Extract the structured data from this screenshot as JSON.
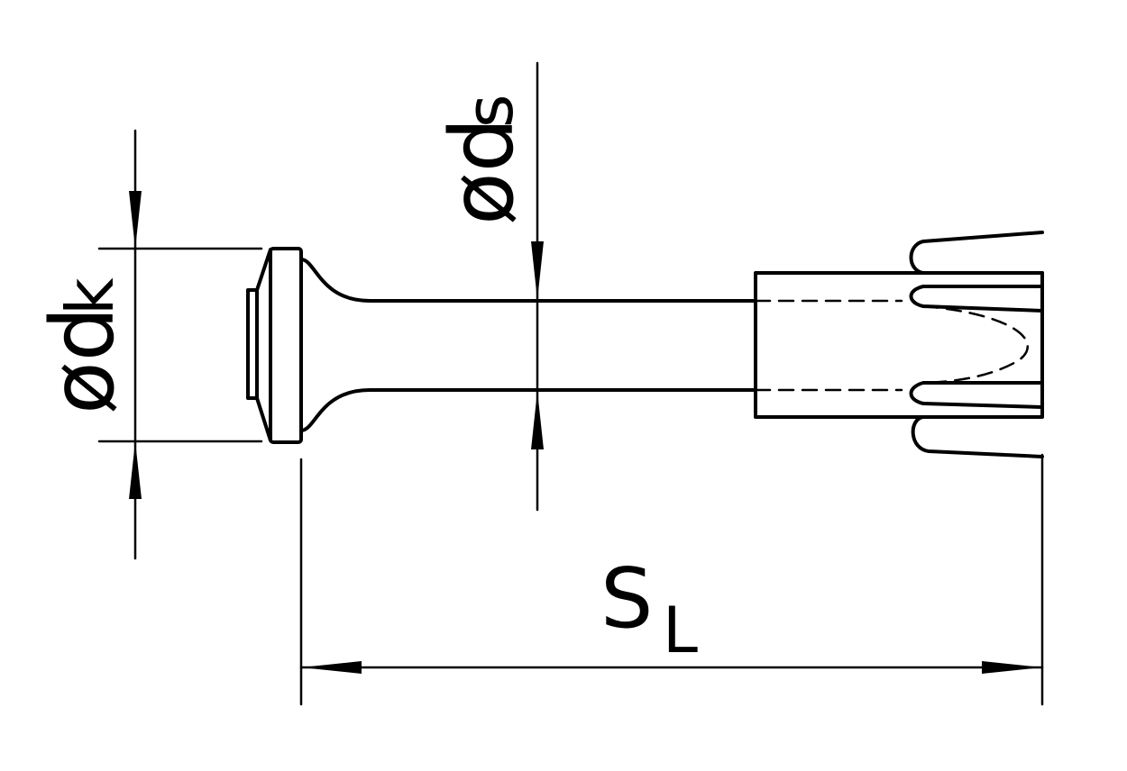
{
  "labels": {
    "dk_symbol": "ød",
    "dk_subscript": "k",
    "ds_symbol": "ød",
    "ds_subscript": "s",
    "sl_symbol": "S",
    "sl_subscript": "L"
  },
  "colors": {
    "ink": "#000000",
    "background": "#ffffff"
  }
}
